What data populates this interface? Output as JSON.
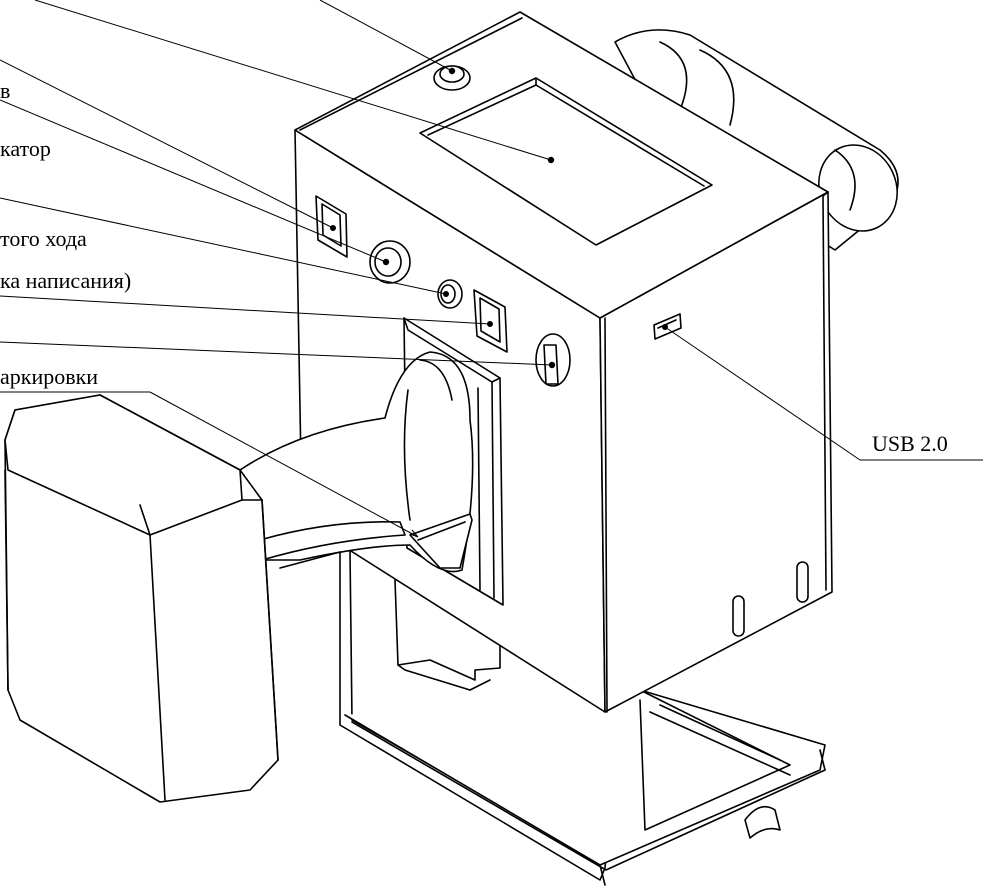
{
  "figure": {
    "labels": {
      "indicator": "катор",
      "stroke": "того хода",
      "writing": "ка написания)",
      "marking": "аркировки",
      "fragment_v": "в",
      "usb": "USB 2.0"
    },
    "colors": {
      "line": "#000000",
      "background": "#ffffff"
    }
  }
}
